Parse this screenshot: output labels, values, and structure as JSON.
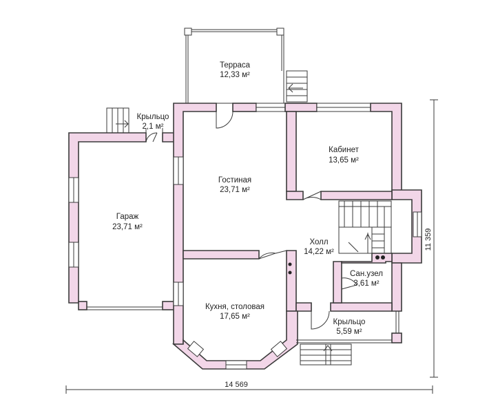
{
  "rooms": {
    "terrace": {
      "name": "Терраса",
      "area": "12,33 м²"
    },
    "porch_left": {
      "name": "Крыльцо",
      "area": "2,1 м²"
    },
    "cabinet": {
      "name": "Кабинет",
      "area": "13,65 м²"
    },
    "living": {
      "name": "Гостиная",
      "area": "23,71 м²"
    },
    "garage": {
      "name": "Гараж",
      "area": "23,71 м²"
    },
    "hall": {
      "name": "Холл",
      "area": "14,22 м²"
    },
    "bathroom": {
      "name": "Сан.узел",
      "area": "3,61 м²"
    },
    "kitchen": {
      "name": "Кухня, столовая",
      "area": "17,65 м²"
    },
    "porch_right": {
      "name": "Крыльцо",
      "area": "5,59 м²"
    }
  },
  "dimensions": {
    "width": "14 569",
    "height": "11 359"
  }
}
